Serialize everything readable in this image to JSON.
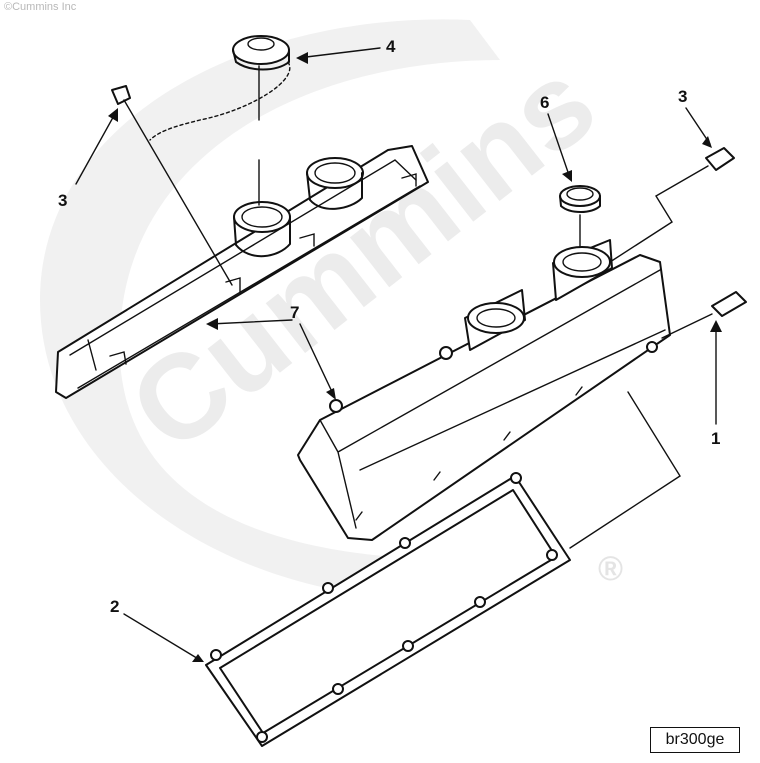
{
  "copyright": "©Cummins Inc",
  "watermark": {
    "text": "Cummins",
    "registered_mark": "®",
    "color": "#ececec"
  },
  "callouts": [
    "4",
    "3",
    "6",
    "3",
    "7",
    "1",
    "2"
  ],
  "figure_code": "br300ge",
  "colors": {
    "line": "#111111",
    "background": "#ffffff"
  }
}
